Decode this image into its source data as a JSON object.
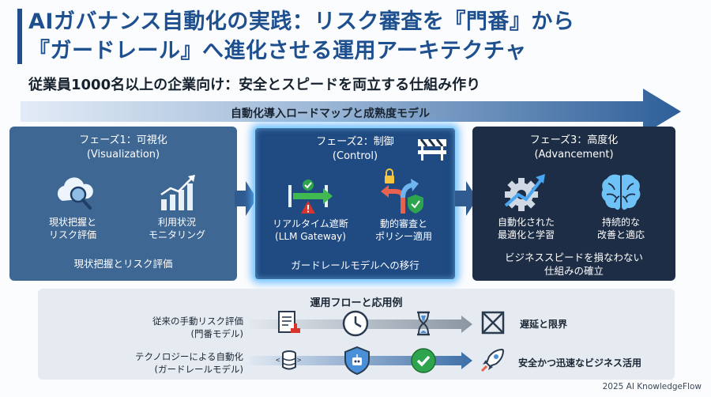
{
  "header": {
    "title_line1": "AIガバナンス自動化の実践：リスク審査を『門番』から",
    "title_line2": "『ガードレール』へ進化させる運用アーキテクチャ",
    "subtitle": "従業員1000名以上の企業向け：安全とスピードを両立する仕組み作り"
  },
  "roadmap": {
    "label": "自動化導入ロードマップと成熟度モデル"
  },
  "phases": [
    {
      "title": "フェーズ1：可視化",
      "title_en": "(Visualization)",
      "items": [
        {
          "label_1": "現状把握と",
          "label_2": "リスク評価",
          "icon": "cloud-search-icon"
        },
        {
          "label_1": "利用状況",
          "label_2": "モニタリング",
          "icon": "bar-chart-icon"
        }
      ],
      "footer_1": "現状把握とリスク評価",
      "footer_2": ""
    },
    {
      "title": "フェーズ2：制御",
      "title_en": "(Control)",
      "items": [
        {
          "label_1": "リアルタイム遮断",
          "label_2": "(LLM Gateway)",
          "icon": "gateway-block-icon"
        },
        {
          "label_1": "動的審査と",
          "label_2": "ポリシー適用",
          "icon": "policy-split-icon"
        }
      ],
      "footer_1": "ガードレールモデルへの移行",
      "footer_2": "",
      "badge_icon": "barrier-icon"
    },
    {
      "title": "フェーズ3：高度化",
      "title_en": "(Advancement)",
      "items": [
        {
          "label_1": "自動化された",
          "label_2": "最適化と学習",
          "icon": "gear-trend-icon"
        },
        {
          "label_1": "持続的な",
          "label_2": "改善と適応",
          "icon": "brain-icon"
        }
      ],
      "footer_1": "ビジネススピードを損なわない",
      "footer_2": "仕組みの確立"
    }
  ],
  "flow": {
    "title": "運用フローと応用例",
    "rows": [
      {
        "label_1": "従来の手動リスク評価",
        "label_2": "(門番モデル)",
        "result": "遅延と限界",
        "icons": [
          "document-stamp-icon",
          "clock-icon",
          "hourglass-icon",
          "cross-box-icon"
        ]
      },
      {
        "label_1": "テクノロジーによる自動化",
        "label_2": "(ガードレールモデル)",
        "result": "安全かつ迅速なビジネス活用",
        "icons": [
          "database-code-icon",
          "shield-robot-icon",
          "check-circle-icon",
          "rocket-icon"
        ]
      }
    ]
  },
  "credit": "2025 AI KnowledgeFlow",
  "colors": {
    "title": "#1e4f8e",
    "phase1": "#3f6794",
    "phase2": "#1f4a82",
    "phase3": "#1c2d45",
    "glow": "#8ad4ff",
    "check_green": "#2ea44f",
    "warn_red": "#d9342b"
  }
}
